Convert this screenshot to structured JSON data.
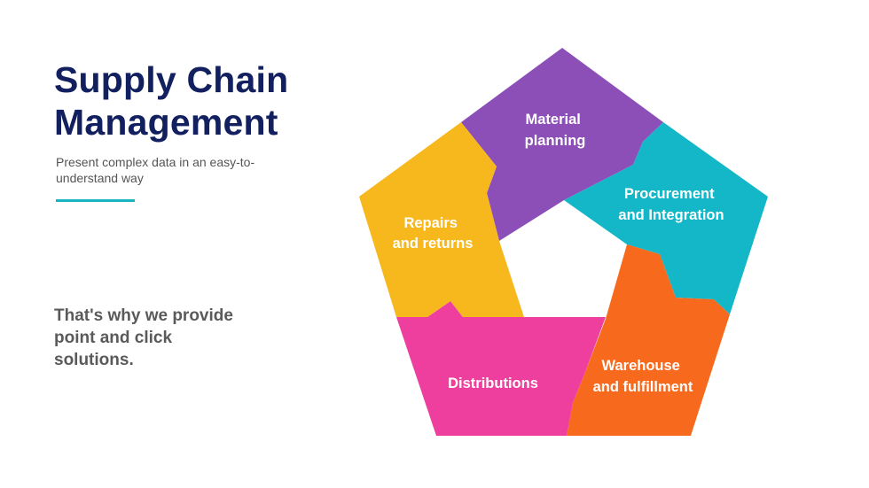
{
  "slide": {
    "title_line1": "Supply Chain",
    "title_line2": "Management",
    "subtitle": "Present complex data in an easy-to-understand way",
    "tagline": "That's why we provide point and click solutions."
  },
  "diagram": {
    "segments": [
      {
        "key": "material",
        "line1": "Material",
        "line2": "planning",
        "color": "#8B4FB7"
      },
      {
        "key": "procurement",
        "line1": "Procurement",
        "line2": "and Integration",
        "color": "#14B7C7"
      },
      {
        "key": "warehouse",
        "line1": "Warehouse",
        "line2": "and fulfillment",
        "color": "#F76A1E"
      },
      {
        "key": "distributions",
        "line1": "Distributions",
        "line2": "",
        "color": "#EE3F9E"
      },
      {
        "key": "repairs",
        "line1": "Repairs",
        "line2": "and returns",
        "color": "#F7B81E"
      }
    ]
  }
}
